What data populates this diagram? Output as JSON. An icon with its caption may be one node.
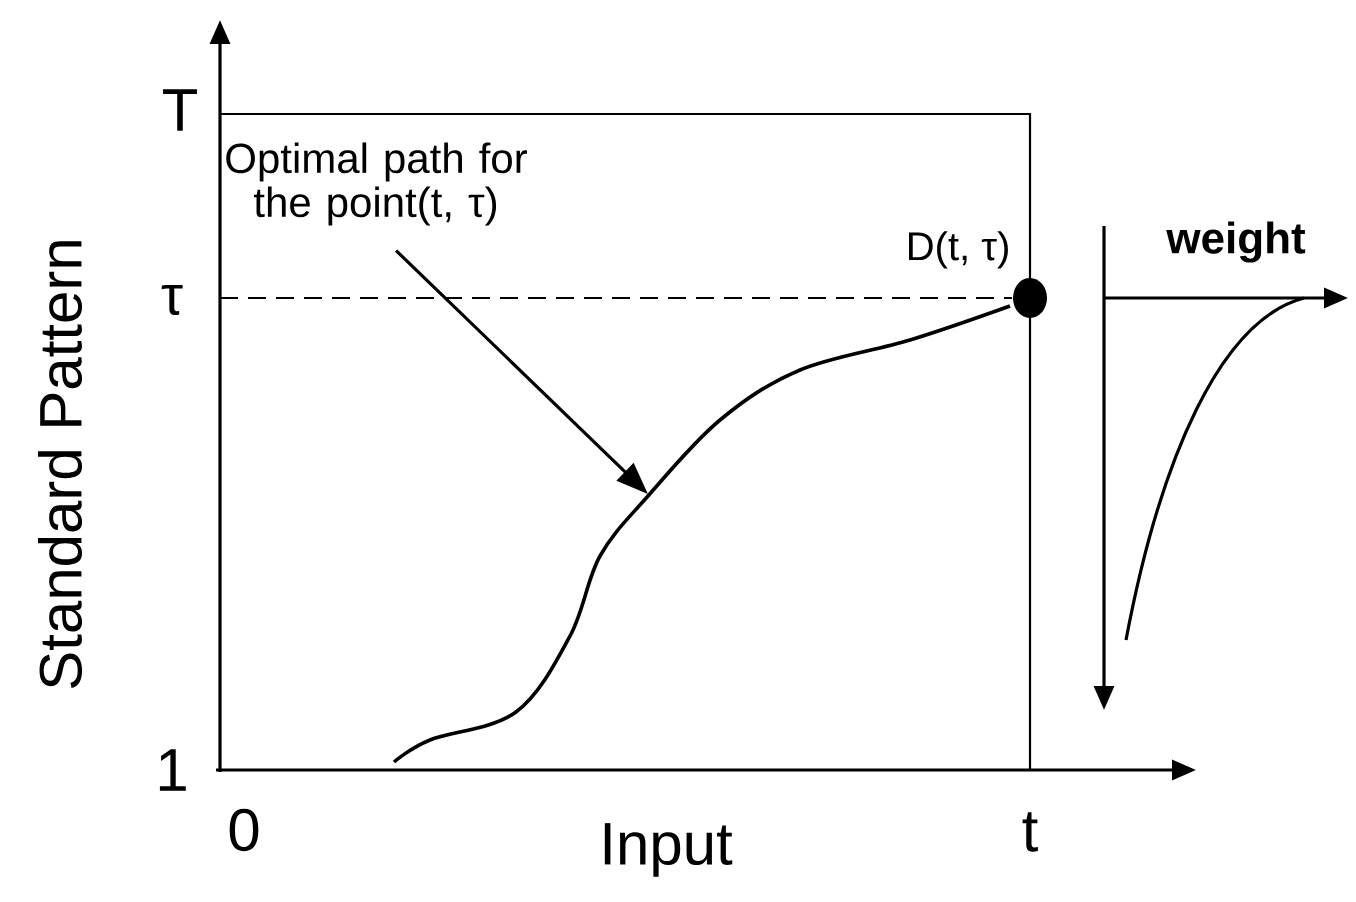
{
  "diagram": {
    "nodes": [
      {
        "text": [
          "Optimal path for the point(t, τ)"
        ]
      },
      {
        "text": [],
        "shape": "curve"
      },
      {
        "text": [],
        "shape": "circle",
        "beside": [
          "D(t, τ)"
        ]
      }
    ],
    "edges": [
      {
        "from": 0,
        "to": 1,
        "arrow": "to"
      }
    ],
    "labels": [
      "T",
      "τ",
      "1",
      "0",
      "t",
      "Standard Pattern",
      "Input",
      "weight"
    ]
  }
}
